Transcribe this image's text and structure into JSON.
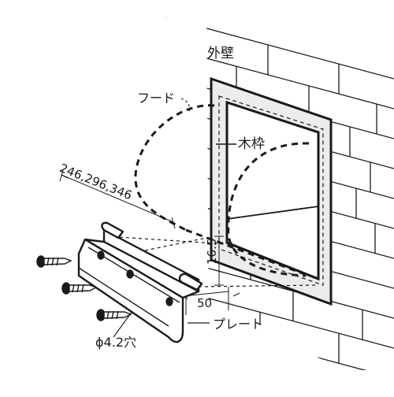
{
  "labels": {
    "wall": "外壁",
    "hood": "フード",
    "wood_frame": "木枠",
    "widths": "246,296,346",
    "height_dim": "16.5",
    "dim_50": "50",
    "plate": "プレート",
    "hole": "ϕ4.2穴"
  },
  "colors": {
    "line": "#1a1a1a",
    "frame_fill": "#ececec",
    "background": "#ffffff"
  }
}
